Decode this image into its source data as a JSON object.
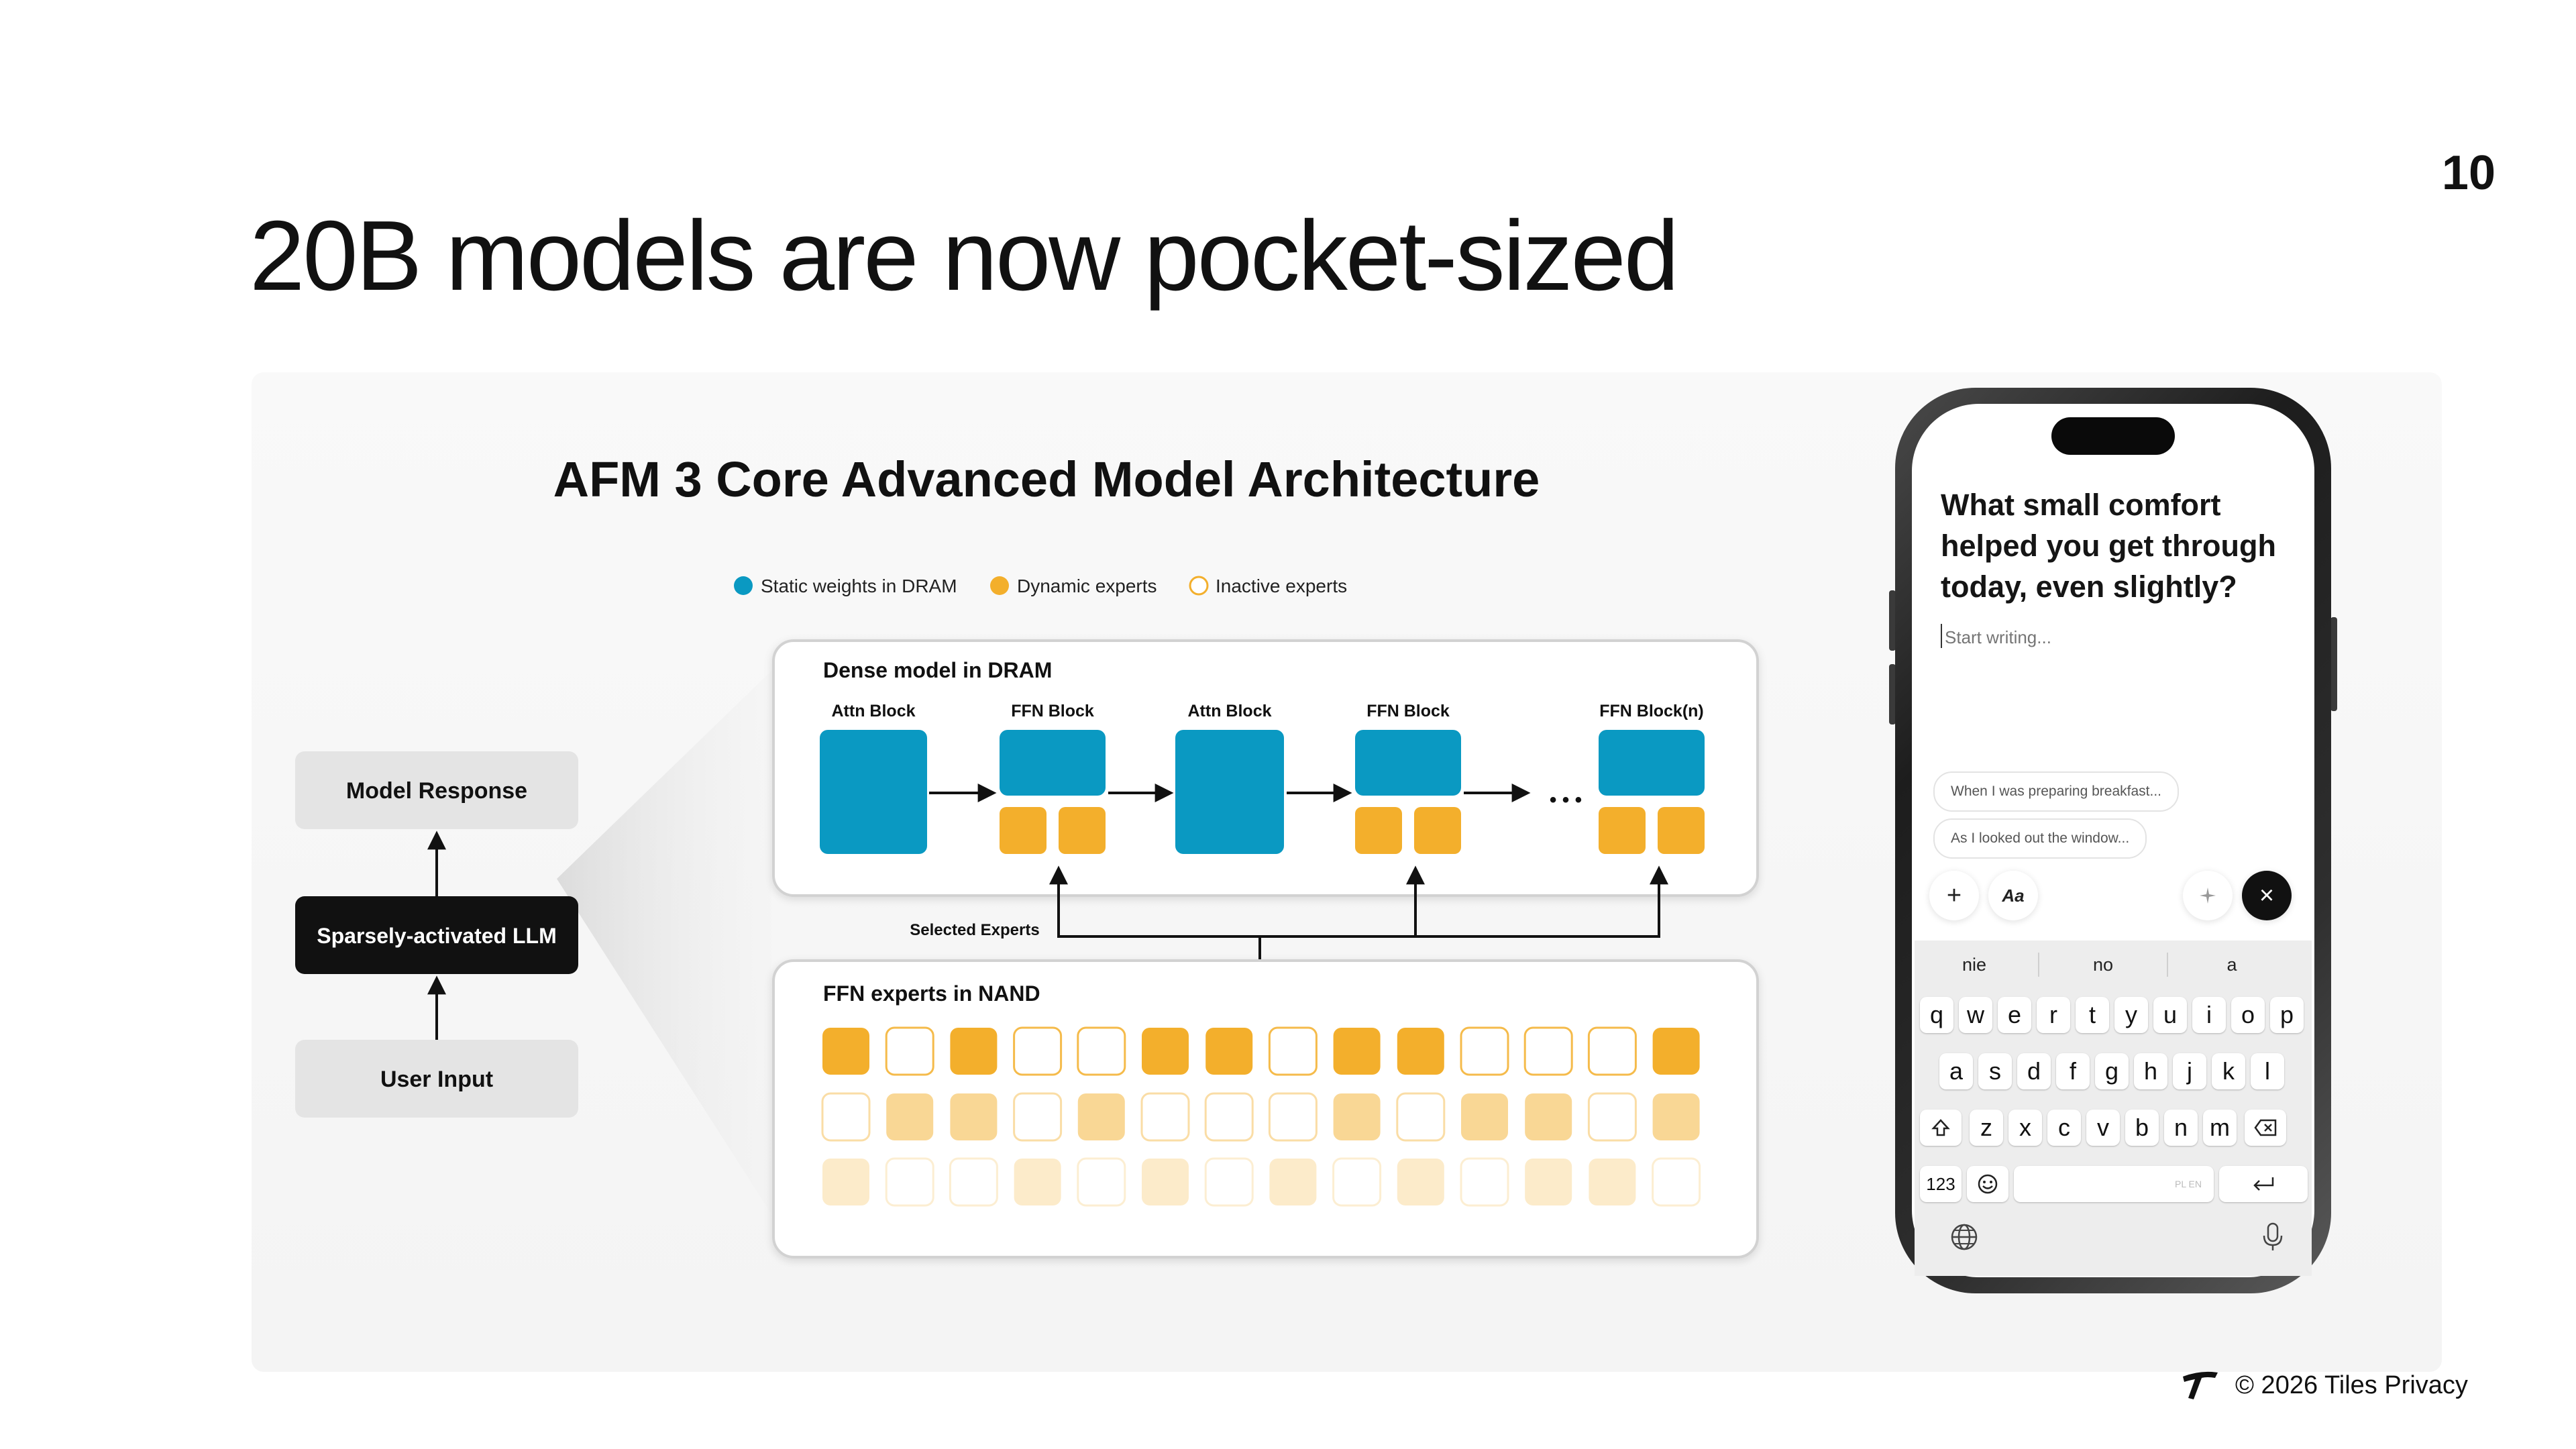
{
  "slide": {
    "title": "20B models are now pocket-sized",
    "page_number": "10",
    "footer": "© 2026 Tiles Privacy"
  },
  "diagram": {
    "title": "AFM 3 Core Advanced Model Architecture",
    "legend": [
      {
        "label": "Static weights in DRAM",
        "color": "#0a99c2",
        "style": "filled"
      },
      {
        "label": "Dynamic experts",
        "color": "#f3af2c",
        "style": "filled"
      },
      {
        "label": "Inactive experts",
        "color": "#f3af2c",
        "style": "outline"
      }
    ],
    "flow": {
      "top": "Model Response",
      "middle": "Sparsely-activated LLM",
      "bottom": "User Input"
    },
    "dense": {
      "title": "Dense model in DRAM",
      "blocks": [
        {
          "label": "Attn Block",
          "type": "attn"
        },
        {
          "label": "FFN Block",
          "type": "ffn"
        },
        {
          "label": "Attn Block",
          "type": "attn"
        },
        {
          "label": "FFN Block",
          "type": "ffn"
        },
        {
          "label": "FFN Block(n)",
          "type": "ffn"
        }
      ],
      "ellipsis": "• • •"
    },
    "selected_label": "Selected Experts",
    "experts": {
      "title": "FFN experts in NAND",
      "rows": [
        [
          1,
          0,
          1,
          0,
          0,
          1,
          1,
          0,
          1,
          1,
          0,
          0,
          0,
          1
        ],
        [
          0,
          1,
          1,
          0,
          1,
          0,
          0,
          0,
          1,
          0,
          1,
          1,
          0,
          1
        ],
        [
          1,
          0,
          0,
          1,
          0,
          1,
          0,
          1,
          0,
          1,
          0,
          1,
          1,
          0
        ]
      ]
    },
    "colors": {
      "blue": "#0a99c2",
      "orange": "#f3af2c",
      "gray_box": "#e4e4e4",
      "dark_box": "#111111"
    }
  },
  "phone": {
    "prompt": "What small comfort helped you get through today, even slightly?",
    "placeholder": "Start writing...",
    "chips": [
      "When I was preparing breakfast...",
      "As I looked out the window..."
    ],
    "toolbar": {
      "add": "+",
      "format": "Aa",
      "sparkle": "sparkle-icon",
      "close": "×"
    },
    "suggestions": [
      "nie",
      "no",
      "a"
    ],
    "keys": {
      "row1": [
        "q",
        "w",
        "e",
        "r",
        "t",
        "y",
        "u",
        "i",
        "o",
        "p"
      ],
      "row2": [
        "a",
        "s",
        "d",
        "f",
        "g",
        "h",
        "j",
        "k",
        "l"
      ],
      "row3": [
        "z",
        "x",
        "c",
        "v",
        "b",
        "n",
        "m"
      ],
      "numbers": "123",
      "space": "PL EN"
    }
  }
}
